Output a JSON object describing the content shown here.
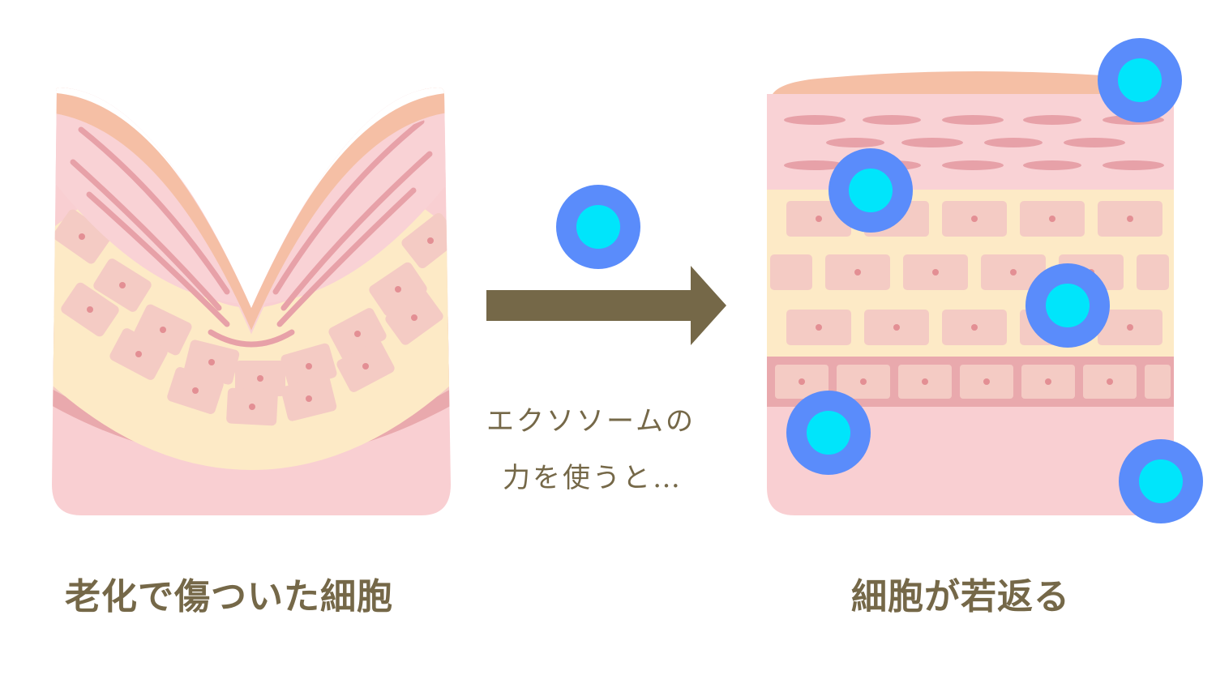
{
  "labels": {
    "before": "老化で傷ついた細胞",
    "after": "細胞が若返る",
    "process_line1": "エクソソームの",
    "process_line2": "力を使うと…"
  },
  "colors": {
    "text": "#756848",
    "arrow": "#756848",
    "skin_pink": "#f9cfd2",
    "top_layer": "#f5bfa5",
    "yellow_layer": "#fdeac6",
    "cell_fill": "#f4cbc4",
    "cell_dot": "#e38f94",
    "band_pink": "#e9a9ad",
    "streak": "#e7a1a8",
    "exosome_outer": "#5a8cfb",
    "exosome_inner": "#00e5fb"
  },
  "icons": [
    "exosome-particle-icon",
    "right-arrow-icon"
  ]
}
